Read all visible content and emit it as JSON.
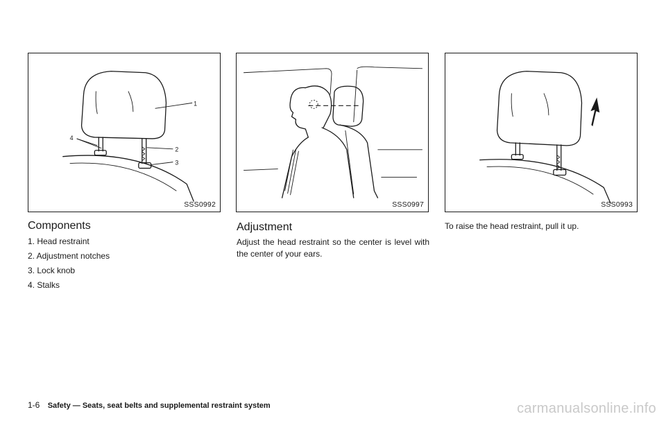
{
  "figures": [
    {
      "code": "SSS0992",
      "callouts": [
        "1",
        "2",
        "3",
        "4"
      ]
    },
    {
      "code": "SSS0997"
    },
    {
      "code": "SSS0993"
    }
  ],
  "components": {
    "heading": "Components",
    "items": [
      "1. Head restraint",
      "2. Adjustment notches",
      "3. Lock knob",
      "4. Stalks"
    ]
  },
  "adjustment": {
    "heading": "Adjustment",
    "text": "Adjust the head restraint so the center is level with the center of your ears."
  },
  "raise": {
    "text": "To raise the head restraint, pull it up."
  },
  "footer": {
    "page": "1-6",
    "section": "Safety — Seats, seat belts and supplemental restraint system"
  },
  "watermark": "carmanualsonline.info"
}
